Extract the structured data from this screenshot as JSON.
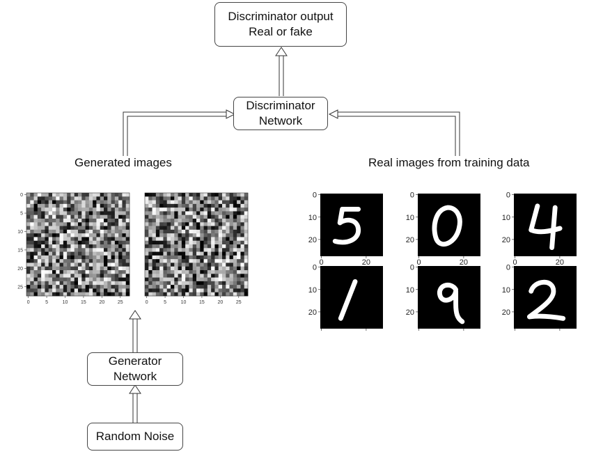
{
  "nodes": {
    "disc_output": {
      "line1": "Discriminator output",
      "line2": "Real or fake"
    },
    "disc_network": {
      "line1": "Discriminator",
      "line2": "Network"
    },
    "gen_network": {
      "line1": "Generator",
      "line2": "Network"
    },
    "noise": {
      "line1": "Random Noise"
    }
  },
  "labels": {
    "generated": "Generated images",
    "real": "Real images from training data"
  },
  "noise_plot": {
    "y_ticks": [
      "0",
      "5",
      "10",
      "15",
      "20",
      "25"
    ],
    "x_ticks": [
      "0",
      "5",
      "10",
      "15",
      "20",
      "25"
    ]
  },
  "mnist_plot": {
    "y_ticks": [
      "0",
      "10",
      "20"
    ],
    "x_ticks": [
      "0",
      "20"
    ],
    "digits": [
      "5",
      "0",
      "4",
      "1",
      "9",
      "2"
    ]
  },
  "colors": {
    "border": "#444444",
    "image_bg": "#000000",
    "digit": "#ffffff"
  }
}
